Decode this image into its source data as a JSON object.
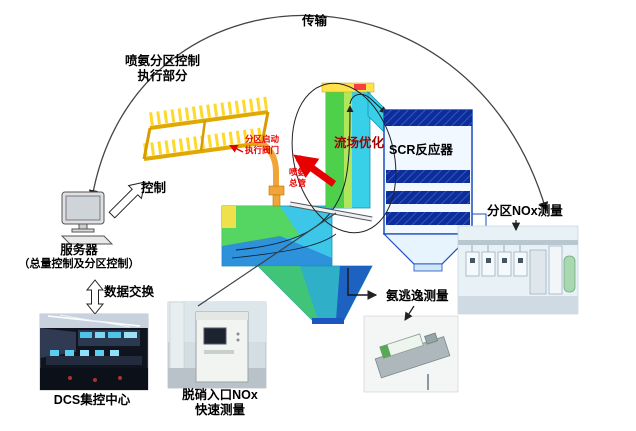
{
  "diagram": {
    "labels": {
      "transmission": "传输",
      "injection_control_1": "喷氨分区控制",
      "injection_control_2": "执行部分",
      "control": "控制",
      "server_1": "服务器",
      "server_2": "（总量控制及分区控制）",
      "data_exchange": "数据交换",
      "dcs_center": "DCS集控中心",
      "inlet_nox_1": "脱硝入口NOx",
      "inlet_nox_2": "快速测量",
      "ammonia_slip": "氨逃逸测量",
      "zone_nox": "分区NOx测量",
      "flow_optimization": "流场优化",
      "scr_reactor": "SCR反应器",
      "valve_note_1": "分区启动",
      "valve_note_2": "执行阀门",
      "ammonia_header_1": "喷氨",
      "ammonia_header_2": "总管"
    },
    "colors": {
      "red_arrow": "#e60000",
      "note_red": "#e60000",
      "flow_cyan": "#38d0e8",
      "flow_green": "#4ed04a",
      "flow_dark_blue": "#1b55c0",
      "reactor_blue": "#0d2d9a",
      "grid_yellow": "#ffd92a",
      "pipe_orange": "#f0a43a"
    }
  }
}
